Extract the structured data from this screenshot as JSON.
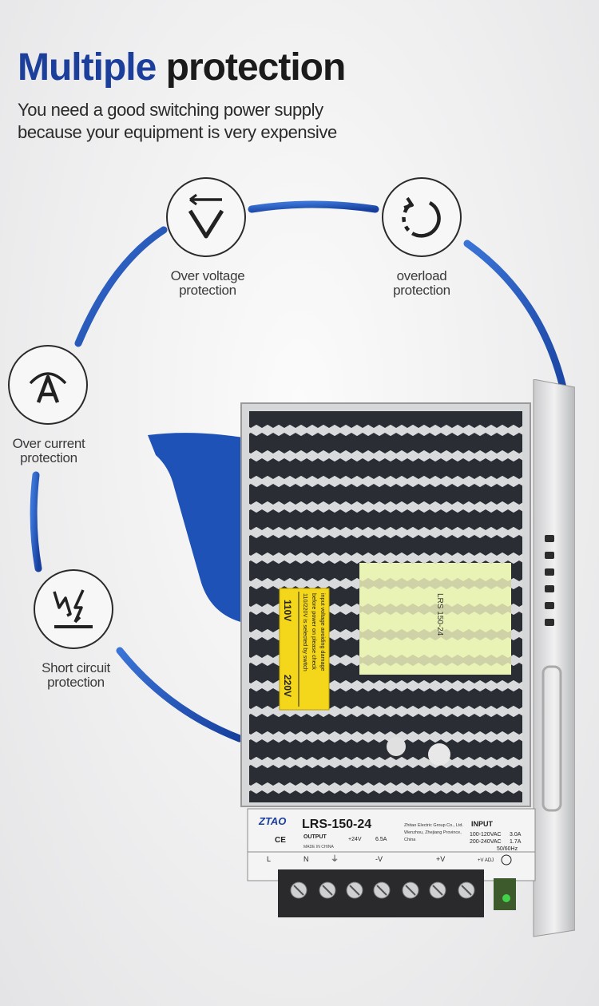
{
  "header": {
    "title_highlight": "Multiple",
    "title_rest": "protection",
    "subtitle_line1": "You need a good switching power supply",
    "subtitle_line2": "because your equipment is very expensive"
  },
  "features": [
    {
      "icon": "over-voltage-icon",
      "line1": "Over voltage",
      "line2": "protection"
    },
    {
      "icon": "overload-icon",
      "line1": "overload",
      "line2": "protection"
    },
    {
      "icon": "over-current-icon",
      "line1": "Over current",
      "line2": "protection"
    },
    {
      "icon": "short-circuit-icon",
      "line1": "Short circuit",
      "line2": "protection"
    }
  ],
  "product": {
    "brand": "ZTAO",
    "model": "LRS-150-24",
    "output_label": "OUTPUT",
    "output_value": "+24V",
    "output_current": "6.5A",
    "made_in": "MADE IN CHINA",
    "company_line1": "Zhitao Electric Group Co., Ltd.",
    "company_line2": "Wenzhou, Zhejiang Province,",
    "company_line3": "China",
    "input_label": "INPUT",
    "input_line1_v": "100-120VAC",
    "input_line1_a": "3.0A",
    "input_line2_v": "200-240VAC",
    "input_line2_a": "1.7A",
    "input_freq": "50/60Hz",
    "terminal_labels": [
      "L",
      "N",
      "⏚",
      "-V",
      "+V"
    ],
    "adj_label": "+V ADJ",
    "ce_mark": "CE",
    "switch_110": "110V",
    "switch_220": "220V",
    "warning_line1": "110/220V is selected by switch",
    "warning_line2": "before power on please check",
    "warning_line3": "input voltage avoiding damage",
    "board_marking": "LRS 150-24"
  },
  "colors": {
    "accent_blue": "#1c3f9c",
    "ring_blue": "#2456b8",
    "warning_yellow": "#f4d61a"
  }
}
